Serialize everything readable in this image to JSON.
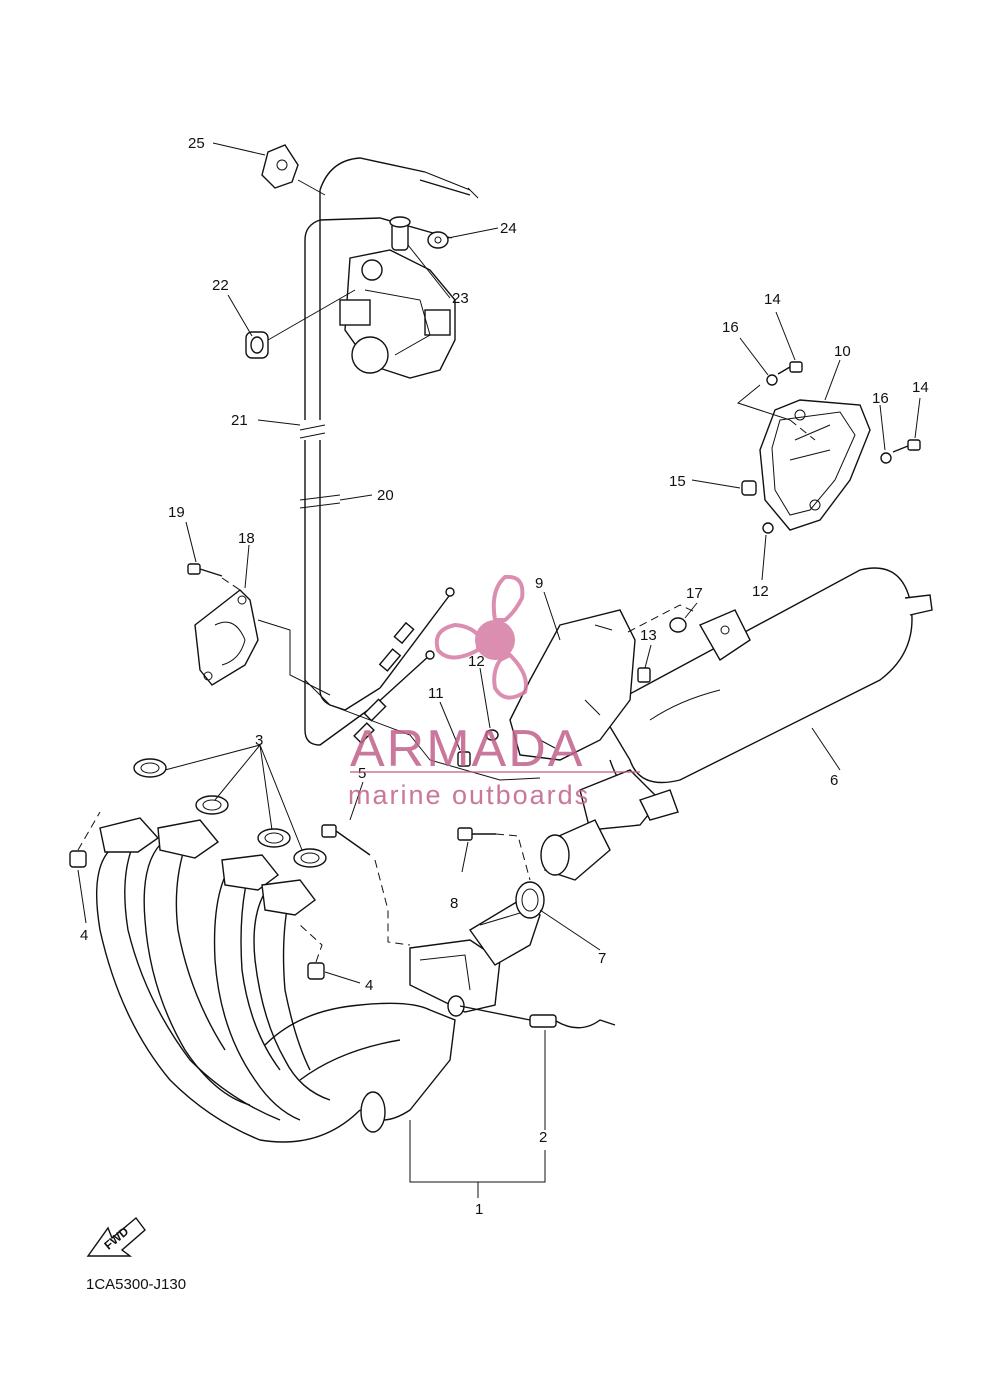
{
  "diagram": {
    "reference_code": "1CA5300-J130",
    "direction_label": "FWD",
    "part_callouts": [
      "1",
      "2",
      "3",
      "4",
      "4",
      "5",
      "6",
      "7",
      "8",
      "9",
      "10",
      "11",
      "12",
      "12",
      "13",
      "14",
      "14",
      "15",
      "16",
      "16",
      "17",
      "18",
      "19",
      "20",
      "21",
      "22",
      "23",
      "24",
      "25"
    ]
  },
  "watermark": {
    "brand": "ARMADA",
    "tagline": "marine outboards",
    "color": "#c0608a"
  }
}
